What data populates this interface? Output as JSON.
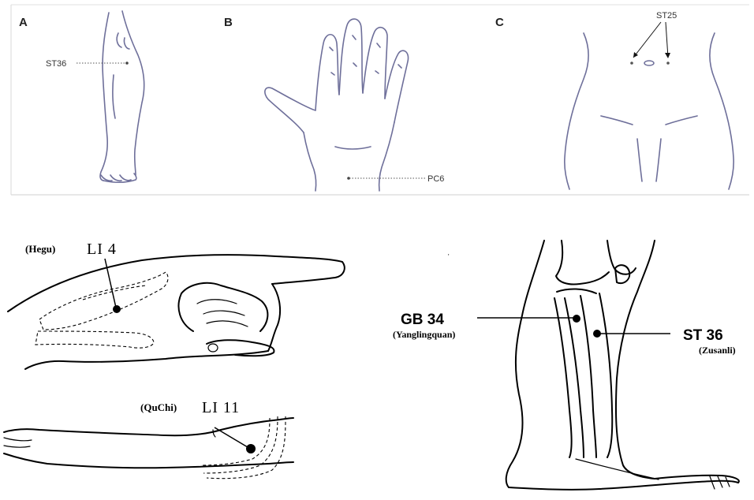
{
  "top_panels": {
    "a": {
      "letter": "A",
      "label": "ST36"
    },
    "b": {
      "letter": "B",
      "label": "PC6"
    },
    "c": {
      "letter": "C",
      "label": "ST25"
    }
  },
  "hand_figure": {
    "alt_name": "(Hegu)",
    "code": "LI 4"
  },
  "arm_figure": {
    "alt_name": "(QuChi)",
    "code": "LI 11"
  },
  "leg_figure": {
    "left_code": "GB 34",
    "left_name": "(Yanglingquan)",
    "right_code": "ST 36",
    "right_name": "(Zusanli)"
  },
  "colors": {
    "sketch_line": "#6e6f9a",
    "ink": "#000000",
    "border": "#cccccc"
  }
}
